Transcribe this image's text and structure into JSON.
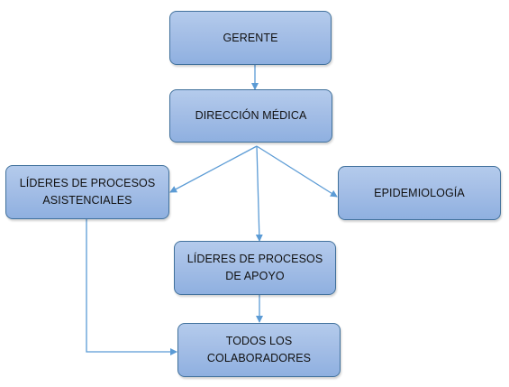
{
  "nodes": {
    "gerente": "GERENTE",
    "direccion_medica": "DIRECCIÓN MÉDICA",
    "lideres_asistenciales": "LÍDERES DE PROCESOS ASISTENCIALES",
    "epidemiologia": "EPIDEMIOLOGÍA",
    "lideres_apoyo": "LÍDERES DE PROCESOS DE APOYO",
    "colaboradores": "TODOS LOS COLABORADORES"
  },
  "edges": [
    {
      "from": "gerente",
      "to": "direccion_medica"
    },
    {
      "from": "direccion_medica",
      "to": "lideres_asistenciales"
    },
    {
      "from": "direccion_medica",
      "to": "lideres_apoyo"
    },
    {
      "from": "direccion_medica",
      "to": "epidemiologia"
    },
    {
      "from": "lideres_apoyo",
      "to": "colaboradores"
    },
    {
      "from": "lideres_asistenciales",
      "to": "colaboradores"
    }
  ],
  "colors": {
    "node_fill_top": "#b4cbec",
    "node_fill_bottom": "#8fb0e0",
    "node_border": "#41719c",
    "connector": "#5b9bd5"
  }
}
